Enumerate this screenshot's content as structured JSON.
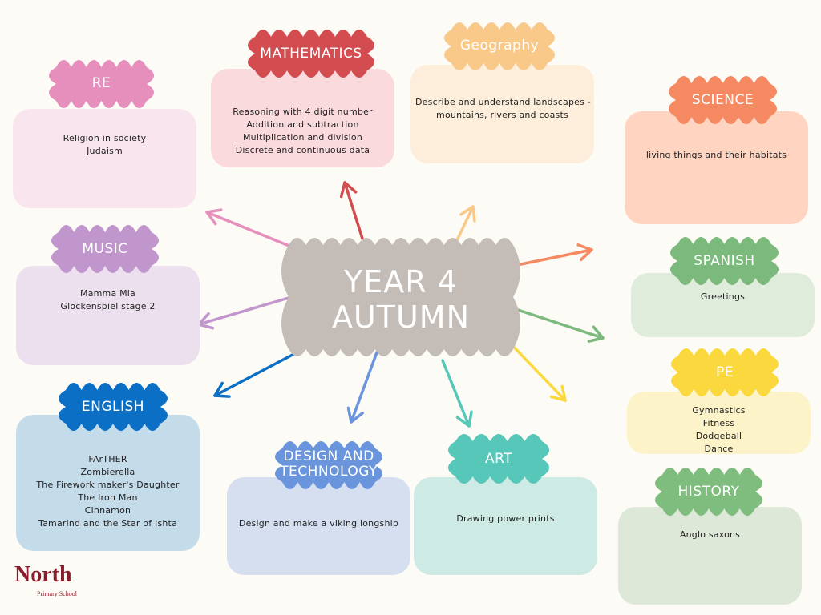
{
  "center": {
    "line1": "YEAR 4",
    "line2": "AUTUMN",
    "color": "#c4bcb6"
  },
  "subjects": [
    {
      "id": "re",
      "title": "RE",
      "lines": [
        "Religion in society",
        "Judaism"
      ],
      "accent": "#e68fbd",
      "bg": "#f9e5ee"
    },
    {
      "id": "mathematics",
      "title": "MATHEMATICS",
      "lines": [
        "Reasoning with 4 digit number",
        "Addition and subtraction",
        "Multiplication and division",
        "Discrete and continuous data"
      ],
      "accent": "#d24c50",
      "bg": "#fadadd"
    },
    {
      "id": "geography",
      "title": "Geography",
      "lines": [
        "Describe and understand landscapes -",
        "mountains, rivers and coasts"
      ],
      "accent": "#f9c98a",
      "bg": "#fdeedb"
    },
    {
      "id": "science",
      "title": "SCIENCE",
      "lines": [
        "living things and their habitats"
      ],
      "accent": "#f58961",
      "bg": "#ffd5c2"
    },
    {
      "id": "music",
      "title": "MUSIC",
      "lines": [
        "Mamma Mia",
        "Glockenspiel stage 2"
      ],
      "accent": "#c196cd",
      "bg": "#ece0ee"
    },
    {
      "id": "spanish",
      "title": "SPANISH",
      "lines": [
        "Greetings"
      ],
      "accent": "#7cb97c",
      "bg": "#dfebdb"
    },
    {
      "id": "pe",
      "title": "PE",
      "lines": [
        "Gymnastics",
        "Fitness",
        "Dodgeball",
        "Dance"
      ],
      "accent": "#fbd93e",
      "bg": "#fdf3c8"
    },
    {
      "id": "english",
      "title": "ENGLISH",
      "lines": [
        "FArTHER",
        "Zombierella",
        "The Firework maker's Daughter",
        "The Iron Man",
        "Cinnamon",
        "Tamarind and the Star of Ishta"
      ],
      "accent": "#0b6fc6",
      "bg": "#c4dbe9"
    },
    {
      "id": "design-and-technology",
      "title": "DESIGN AND TECHNOLOGY",
      "title_lines": [
        "DESIGN AND",
        "TECHNOLOGY"
      ],
      "lines": [
        "Design and make a viking longship"
      ],
      "accent": "#6a95dc",
      "bg": "#d5dff0"
    },
    {
      "id": "art",
      "title": "ART",
      "lines": [
        "Drawing power prints"
      ],
      "accent": "#56c7b8",
      "bg": "#cdeae5"
    },
    {
      "id": "history",
      "title": "HISTORY",
      "lines": [
        "Anglo saxons"
      ],
      "accent": "#7fbd7e",
      "bg": "#dde8d9"
    }
  ],
  "logo": {
    "name": "North",
    "sub": "Primary School",
    "color": "#8a1c2c"
  }
}
